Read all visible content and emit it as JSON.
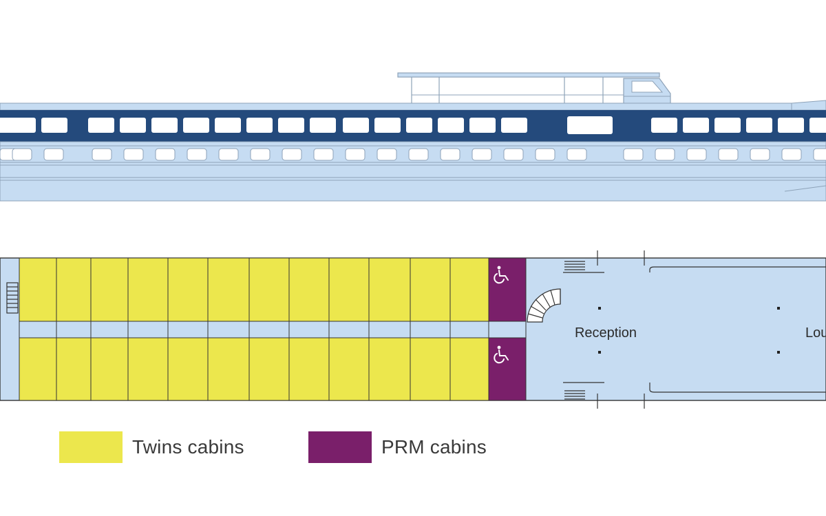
{
  "colors": {
    "hull": "#c6dcf2",
    "hull_stroke": "#8da2b8",
    "window_band": "#244a7c",
    "twin": "#ece74d",
    "prm": "#7a1f6a",
    "deck": "#c6dcf2",
    "line": "#333333"
  },
  "icons": {
    "prm": "wheelchair-icon",
    "stairs": "spiral-staircase-icon",
    "steps": "steps-icon"
  },
  "deck_plan": {
    "rooms": {
      "reception": "Reception",
      "lounge": "Lou"
    },
    "cabins": {
      "twin_per_row": 12,
      "prm_per_row": 1,
      "rows": 2
    }
  },
  "legend": {
    "twins": {
      "label": "Twins cabins",
      "color": "#ece74d"
    },
    "prm": {
      "label": "PRM cabins",
      "color": "#7a1f6a"
    }
  }
}
